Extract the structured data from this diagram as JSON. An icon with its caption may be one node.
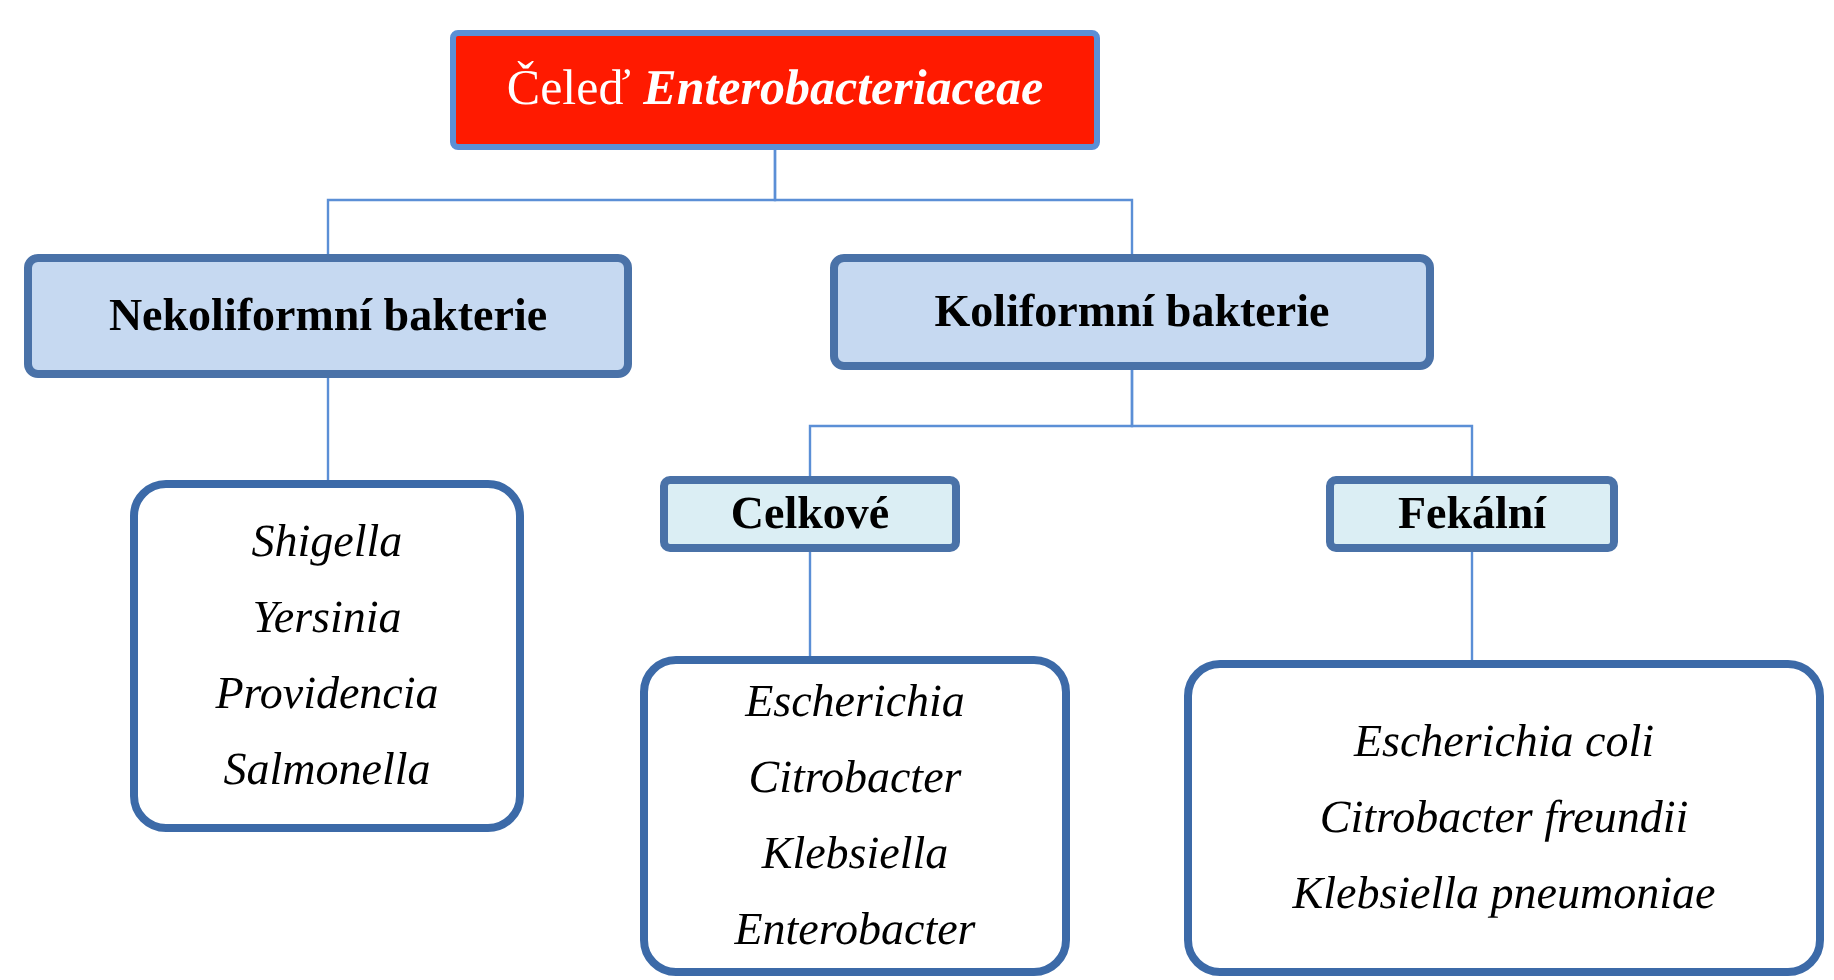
{
  "diagram": {
    "nodes": [
      {
        "text": [
          "Čeleď *Enterobacteriaceae*"
        ]
      },
      {
        "text": [
          "Nekoliformní bakterie"
        ]
      },
      {
        "text": [
          "Koliformní bakterie"
        ]
      },
      {
        "text": [
          "Celkové"
        ]
      },
      {
        "text": [
          "Fekální"
        ]
      },
      {
        "text": [
          "Shigella",
          "Yersinia",
          "Providencia",
          "Salmonella"
        ]
      },
      {
        "text": [
          "Escherichia",
          "Citrobacter",
          "Klebsiella",
          "Enterobacter"
        ]
      },
      {
        "text": [
          "Escherichia coli",
          "Citrobacter freundii",
          "Klebsiella pneumoniae"
        ]
      }
    ],
    "edges": [
      {
        "from": 0,
        "to": 1,
        "arrow": "none"
      },
      {
        "from": 0,
        "to": 2,
        "arrow": "none"
      },
      {
        "from": 1,
        "to": 5,
        "arrow": "none"
      },
      {
        "from": 2,
        "to": 3,
        "arrow": "none"
      },
      {
        "from": 2,
        "to": 4,
        "arrow": "none"
      },
      {
        "from": 3,
        "to": 6,
        "arrow": "none"
      },
      {
        "from": 4,
        "to": 7,
        "arrow": "none"
      }
    ]
  }
}
